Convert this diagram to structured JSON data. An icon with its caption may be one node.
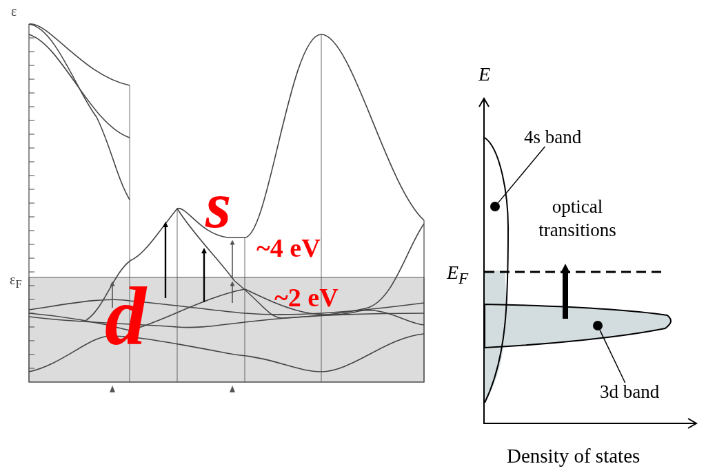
{
  "diagram": {
    "nodes": [
      {
        "text": [
          "4s band"
        ]
      },
      {
        "text": [],
        "shape": "circle"
      },
      {
        "text": [
          "3d band"
        ]
      },
      {
        "text": [],
        "shape": "circle"
      }
    ],
    "edges": [
      {
        "from": 0,
        "to": 1,
        "arrow": "none"
      },
      {
        "from": 2,
        "to": 3,
        "arrow": "none"
      }
    ],
    "labels": [
      "ε",
      "ε$_{F}$",
      "s",
      "d",
      "~4 eV",
      "~2 eV",
      "E",
      "E$_{F}$",
      "optical transitions",
      "Density of states"
    ]
  }
}
